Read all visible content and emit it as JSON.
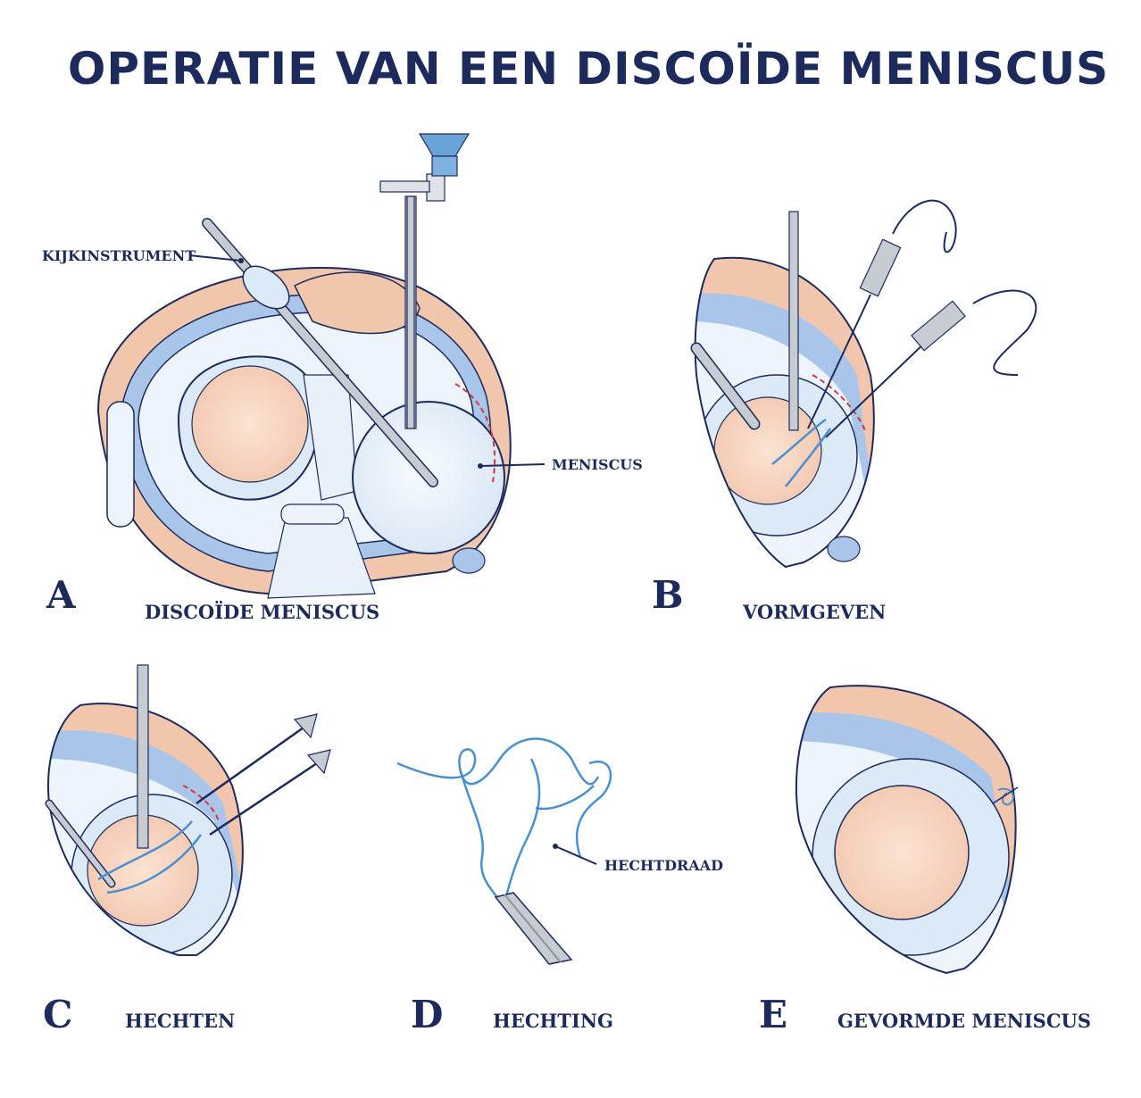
{
  "title": "OPERATIE VAN EEN DISCOÏDE MENISCUS",
  "panels": {
    "a": {
      "letter": "A",
      "caption": "DISCOÏDE MENISCUS",
      "labels": {
        "scope": "KIJKINSTRUMENT",
        "meniscus": "MENISCUS"
      }
    },
    "b": {
      "letter": "B",
      "caption": "VORMGEVEN"
    },
    "c": {
      "letter": "C",
      "caption": "HECHTEN"
    },
    "d": {
      "letter": "D",
      "caption": "HECHTING",
      "labels": {
        "suture": "HECHTDRAAD"
      }
    },
    "e": {
      "letter": "E",
      "caption": "GEVORMDE MENISCUS"
    }
  },
  "colors": {
    "navy": "#1d2b5c",
    "skin": "#f2c6ad",
    "cartilage": "#dce9f7",
    "cartilage_light": "#eef4fb",
    "blue_layer": "#a9c6ea",
    "suture": "#4a90d0",
    "instrument": "#c7ccd3",
    "cut_line": "#d23a3a"
  }
}
